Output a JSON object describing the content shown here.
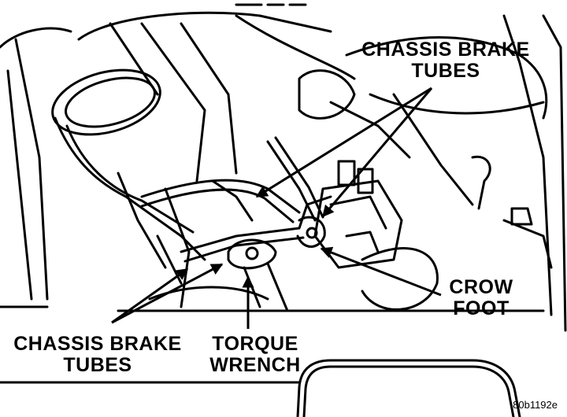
{
  "labels": {
    "chassis_brake_tubes_top": [
      "CHASSIS BRAKE",
      "TUBES"
    ],
    "chassis_brake_tubes_bottom": [
      "CHASSIS BRAKE",
      "TUBES"
    ],
    "torque_wrench": [
      "TORQUE",
      "WRENCH"
    ],
    "crow_foot": [
      "CROW",
      "FOOT"
    ]
  },
  "figure_id": "80b1192e",
  "colors": {
    "ink": "#000000",
    "paper": "#ffffff"
  }
}
